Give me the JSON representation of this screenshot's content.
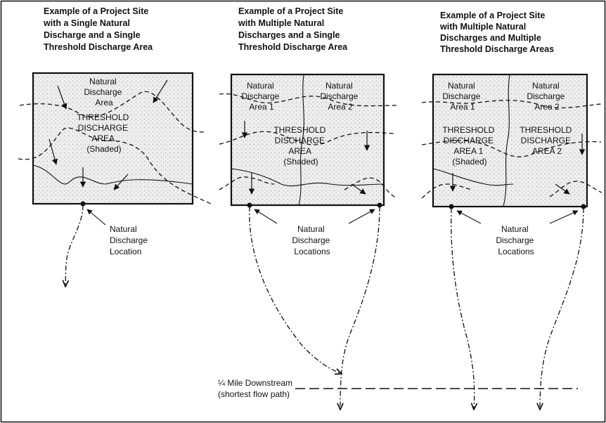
{
  "panels": [
    {
      "title_lines": [
        "Example of a Project Site",
        "with a Single Natural",
        "Discharge and a Single",
        "Threshold Discharge Area"
      ],
      "area_labels": [
        [
          "Natural",
          "Discharge",
          "Area"
        ]
      ],
      "threshold_labels": [
        [
          "THRESHOLD",
          "DISCHARGE",
          "AREA",
          "(Shaded)"
        ]
      ],
      "location_label": [
        "Natural",
        "Discharge",
        "Location"
      ]
    },
    {
      "title_lines": [
        "Example of a Project Site",
        "with Multiple Natural",
        "Discharges and a Single",
        "Threshold Discharge Area"
      ],
      "area_labels": [
        [
          "Natural",
          "Discharge",
          "Area 1"
        ],
        [
          "Natural",
          "Discharge",
          "Area 2"
        ]
      ],
      "threshold_labels": [
        [
          "THRESHOLD",
          "DISCHARGE",
          "AREA",
          "(Shaded)"
        ]
      ],
      "location_label": [
        "Natural",
        "Discharge",
        "Locations"
      ]
    },
    {
      "title_lines": [
        "Example of a Project Site",
        "with Multiple Natural",
        "Discharges and Multiple",
        "Threshold Discharge Areas"
      ],
      "area_labels": [
        [
          "Natural",
          "Discharge",
          "Area 1"
        ],
        [
          "Natural",
          "Discharge",
          "Area 2"
        ]
      ],
      "threshold_labels": [
        [
          "THRESHOLD",
          "DISCHARGE",
          "AREA 1",
          "(Shaded)"
        ],
        [
          "THRESHOLD",
          "DISCHARGE",
          "AREA 2"
        ]
      ],
      "location_label": [
        "Natural",
        "Discharge",
        "Locations"
      ]
    }
  ],
  "downstream_label": [
    "¼ Mile Downstream",
    "(shortest flow path)"
  ]
}
